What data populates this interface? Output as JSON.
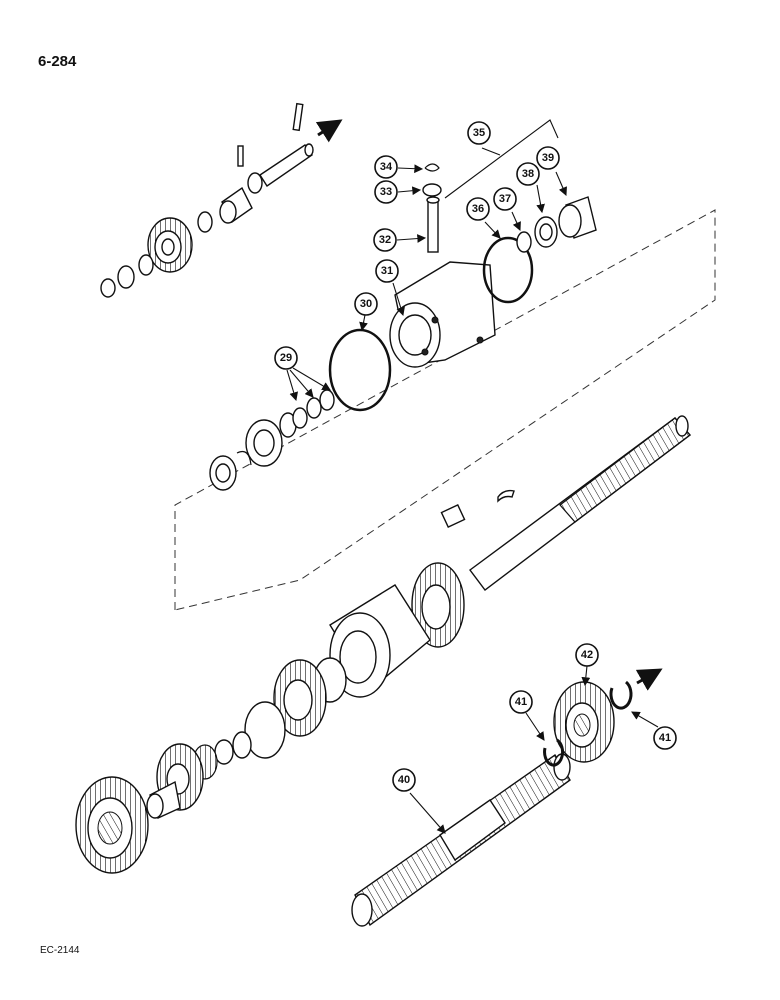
{
  "page_code": "6-284",
  "figure_code": "EC-2144",
  "callouts": [
    {
      "id": "c29",
      "label": "29"
    },
    {
      "id": "c30",
      "label": "30"
    },
    {
      "id": "c31",
      "label": "31"
    },
    {
      "id": "c32",
      "label": "32"
    },
    {
      "id": "c33",
      "label": "33"
    },
    {
      "id": "c34",
      "label": "34"
    },
    {
      "id": "c35",
      "label": "35"
    },
    {
      "id": "c36",
      "label": "36"
    },
    {
      "id": "c37",
      "label": "37"
    },
    {
      "id": "c38",
      "label": "38"
    },
    {
      "id": "c39",
      "label": "39"
    },
    {
      "id": "c40",
      "label": "40"
    },
    {
      "id": "c41a",
      "label": "41"
    },
    {
      "id": "c41b",
      "label": "41"
    },
    {
      "id": "c42",
      "label": "42"
    }
  ]
}
